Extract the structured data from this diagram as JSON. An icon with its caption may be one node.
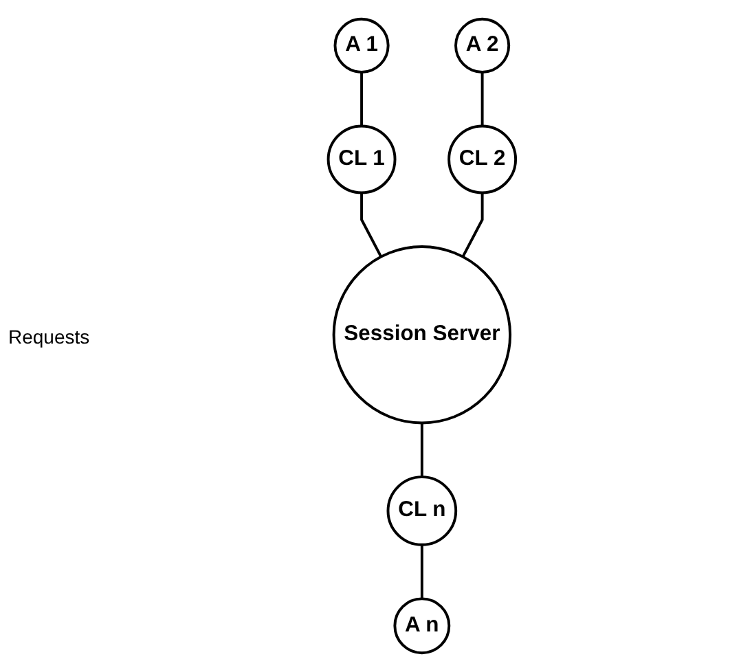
{
  "diagram": {
    "nodes": [
      {
        "text": [
          "A 1"
        ]
      },
      {
        "text": [
          "A 2"
        ]
      },
      {
        "text": [
          "CL 1"
        ]
      },
      {
        "text": [
          "CL 2"
        ]
      },
      {
        "text": [
          "Session Server"
        ]
      },
      {
        "text": [
          "CL n"
        ]
      },
      {
        "text": [
          "A n"
        ]
      }
    ],
    "edges": [
      {
        "from": 0,
        "to": 2,
        "arrow": "none"
      },
      {
        "from": 2,
        "to": 4,
        "arrow": "none"
      },
      {
        "from": 1,
        "to": 3,
        "arrow": "none"
      },
      {
        "from": 3,
        "to": 4,
        "arrow": "none"
      },
      {
        "from": 4,
        "to": 5,
        "arrow": "none"
      },
      {
        "from": 5,
        "to": 6,
        "arrow": "none"
      }
    ],
    "labels": [
      "Requests"
    ]
  }
}
